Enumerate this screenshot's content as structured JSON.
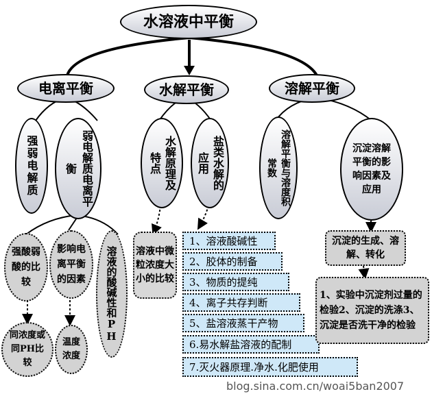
{
  "title": "水溶液中平衡",
  "level1": {
    "ionization": "电离平衡",
    "hydrolysis": "水解平衡",
    "dissolution": "溶解平衡"
  },
  "level2": {
    "strong_electrolyte": "强弱电解质",
    "weak_ionization": "弱电解质电离平衡",
    "hydrolysis_principle": "水解原理及特点",
    "salt_hydrolysis_use": "盐类水解的应用",
    "dissolution_constant": "溶解平衡与溶度积常数",
    "precipitation_factors": "沉淀溶解平衡的影响因素及应用"
  },
  "level3": {
    "acid_compare": "强酸弱酸的比较",
    "ionization_factors": "影响电离平衡的因素",
    "acid_base_ph": "溶液的酸碱性和PH",
    "particle_concentration": "溶液中微粒浓度大小的比较",
    "same_conc_ph": "同浓度或同PH比较",
    "temp_conc": "温度浓度",
    "precip_formation": "沉淀的生成、溶解、转化",
    "experiment_notes": "1、实验中沉淀剂过量的检验2、沉淀的洗涤3、沉淀是否洗干净的检验"
  },
  "applications": [
    "1、溶液酸碱性",
    "2、胶体的制备",
    "3、物质的提纯",
    "4、离子共存判断",
    "5、盐溶液蒸干产物",
    "6.易水解盐溶液的配制",
    "7.灭火器原理.净水.化肥使用"
  ],
  "watermark": "blog.sina.com.cn/woai5ban2007"
}
